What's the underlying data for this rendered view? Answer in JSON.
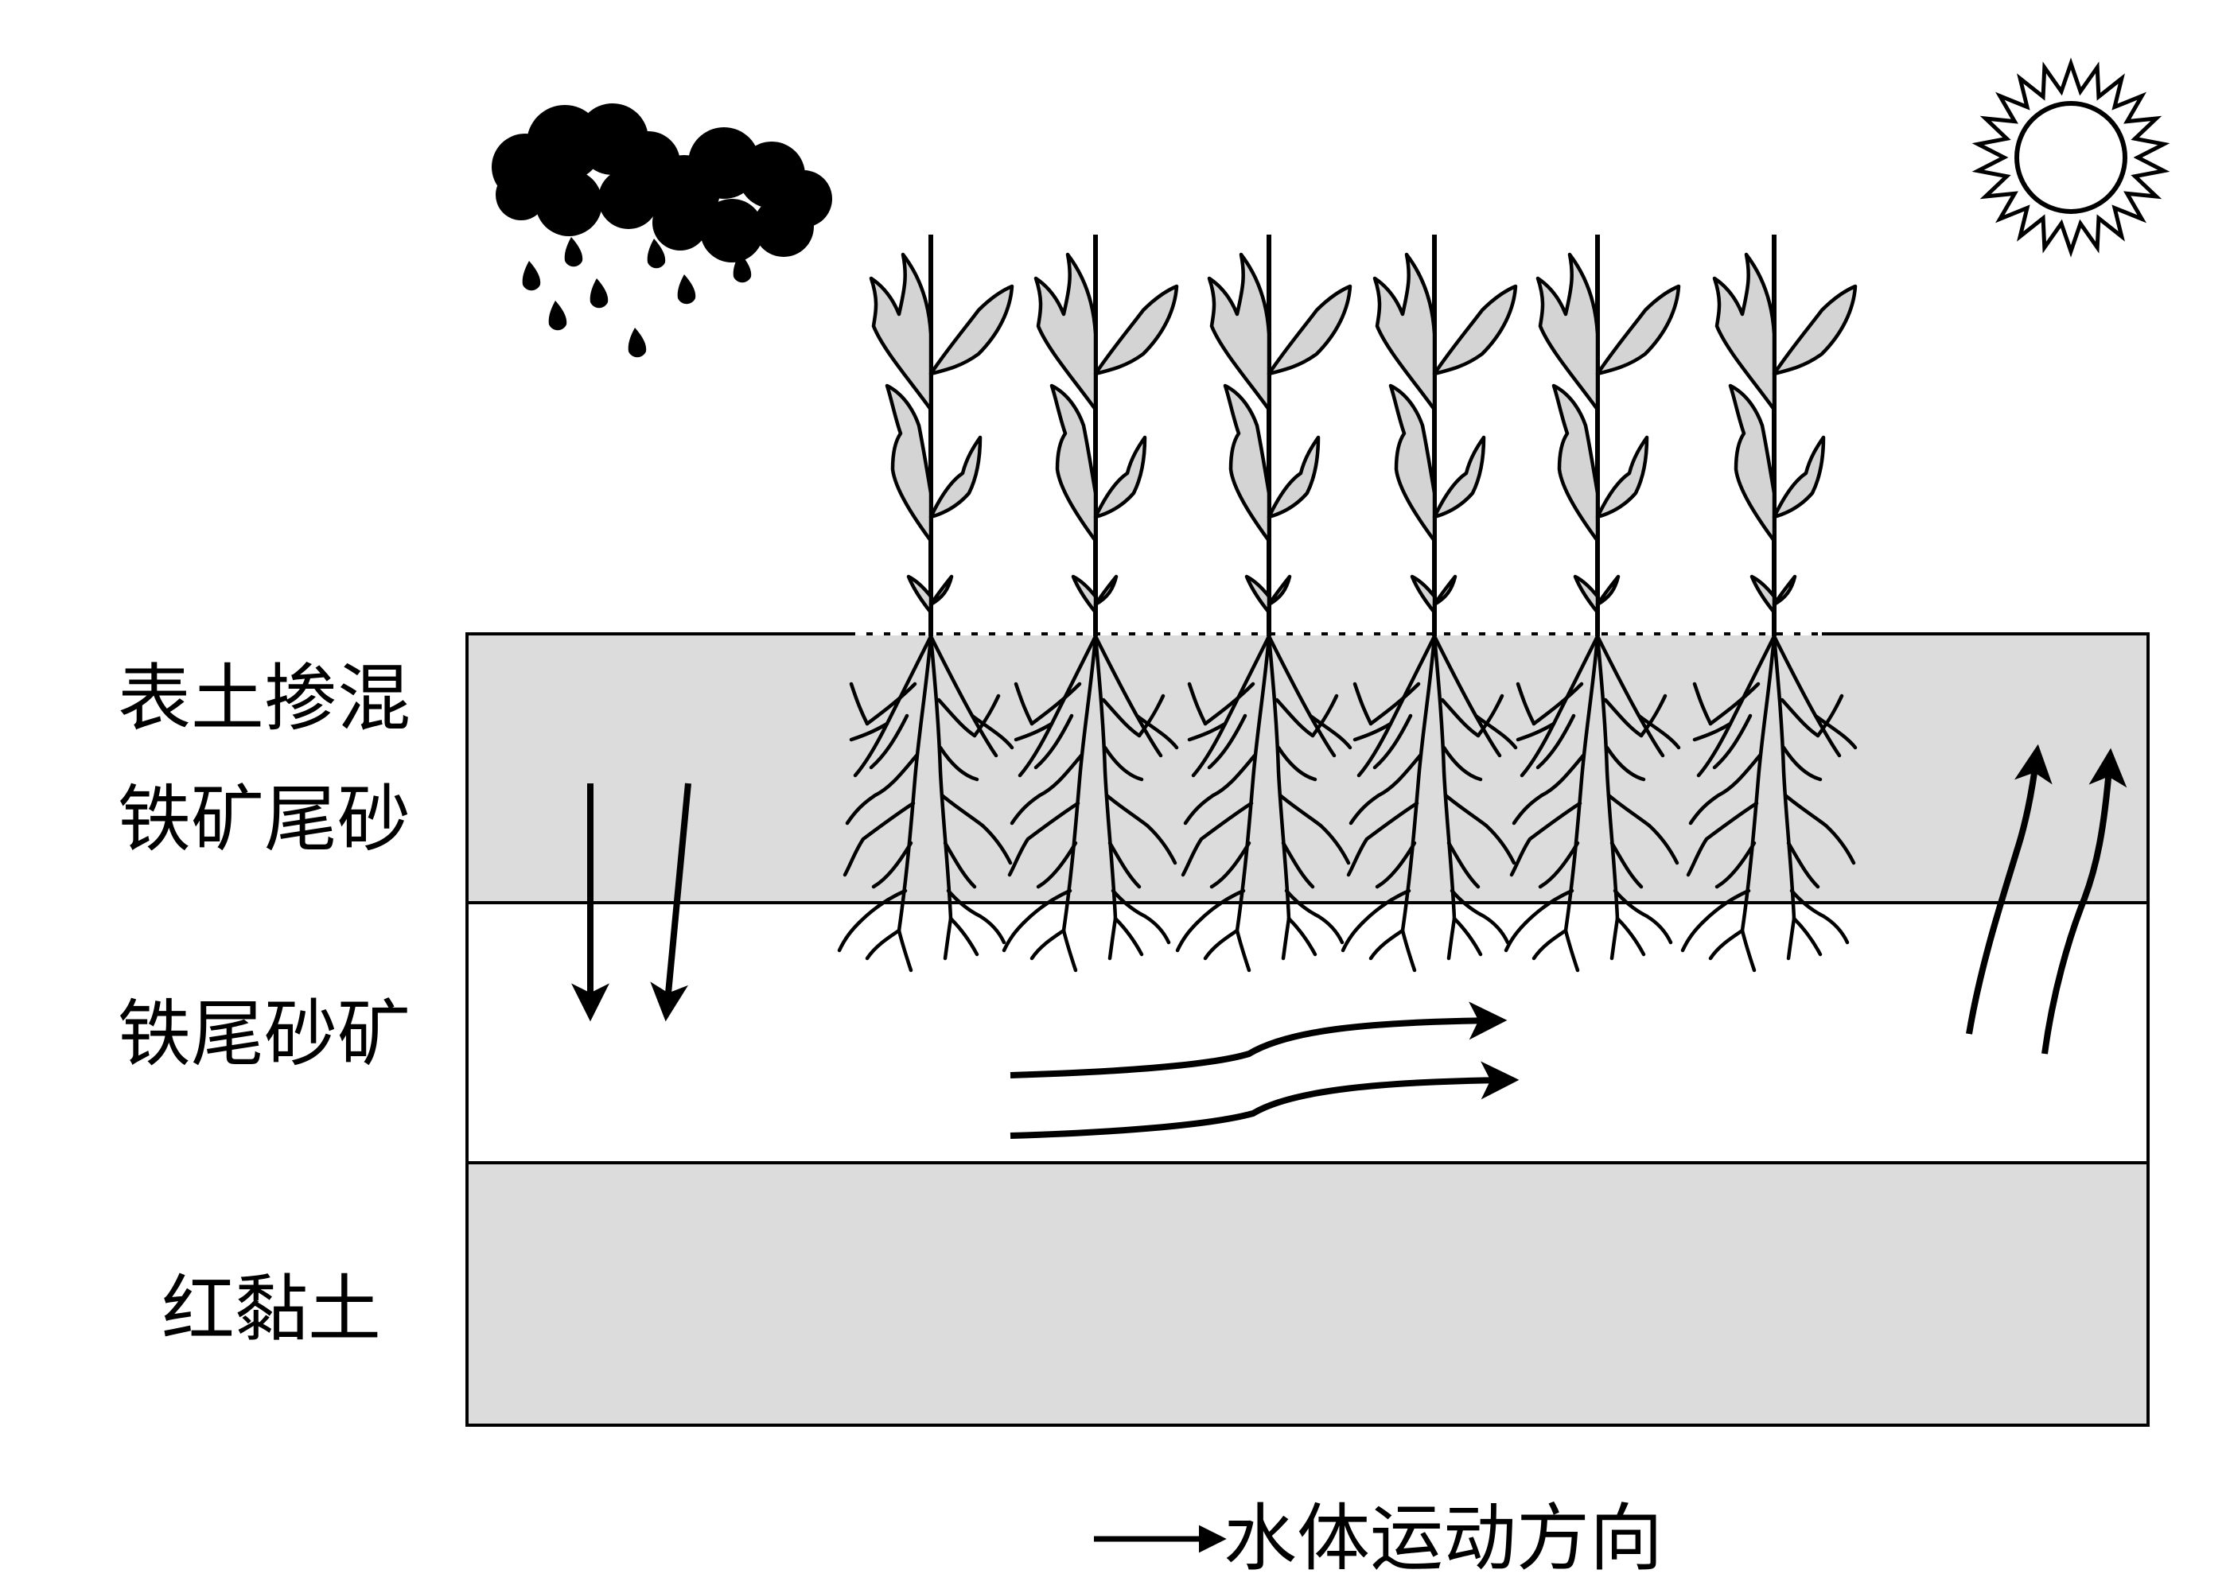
{
  "layers": {
    "top_label_line1": "表土掺混",
    "top_label_line2": "铁矿尾砂",
    "middle_label": "铁尾砂矿",
    "bottom_label": "红黏土"
  },
  "legend": {
    "text": "水体运动方向",
    "arrow_icon": "right-arrow-icon"
  },
  "icons": {
    "weather": [
      "rain-cloud-icon",
      "sun-icon"
    ],
    "plants": "plant-icon"
  },
  "colors": {
    "soil_fill": "#dcdcdc",
    "ink": "#000000",
    "leaf_fill": "#d4d4d4",
    "background": "#ffffff"
  },
  "plant_count": 6
}
